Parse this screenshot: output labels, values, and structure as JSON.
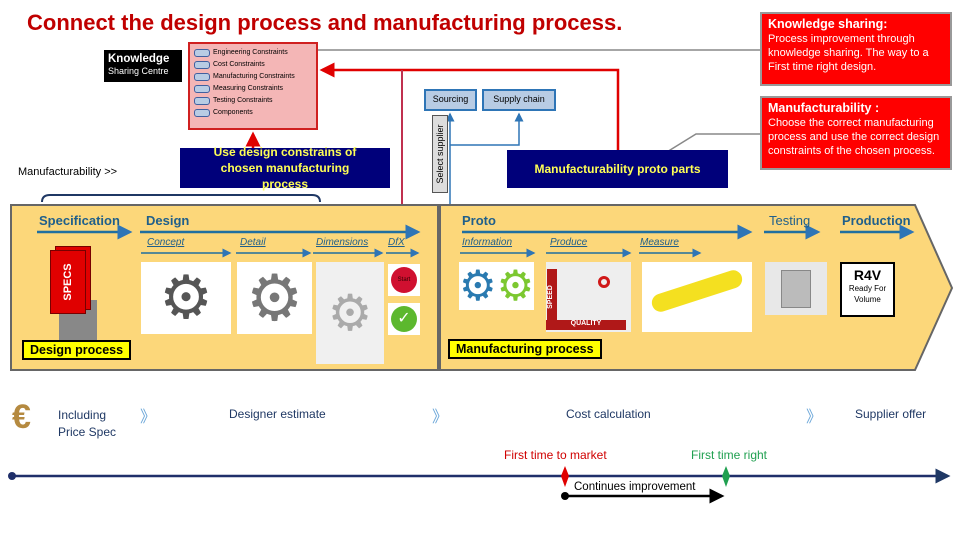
{
  "title": "Connect the design process and manufacturing process.",
  "knowledge_logo": {
    "line1": "Knowledge",
    "line2": "Sharing Centre"
  },
  "constraints": [
    "Engineering Constraints",
    "Cost Constraints",
    "Manufacturing Constraints",
    "Measuring Constraints",
    "Testing Constraints",
    "Components"
  ],
  "use_design_box": "Use design constrains of chosen manufacturing process",
  "sourcing": "Sourcing",
  "supply_chain": "Supply chain",
  "select_supplier": "Select supplier",
  "proto_parts_box": "Manufacturability proto parts",
  "manufacturability_label": "Manufacturability >>",
  "callouts": [
    {
      "title": "Knowledge sharing:",
      "text": "Process improvement through knowledge sharing. The way to a First time right design."
    },
    {
      "title": "Manufacturability :",
      "text": "Choose the correct manufacturing process and use the correct design constraints of the chosen process."
    }
  ],
  "design_panel": {
    "stages": [
      "Specification",
      "Design"
    ],
    "substeps": [
      "Concept",
      "Detail",
      "Dimensions",
      "DfX"
    ],
    "specs": "SPECS",
    "start": "Start",
    "label": "Design process"
  },
  "manufacturing_panel": {
    "stages": [
      "Proto",
      "Testing",
      "Production"
    ],
    "substeps": [
      "Information",
      "Produce",
      "Measure"
    ],
    "r4v_title": "R4V",
    "r4v_text": "Ready For Volume",
    "speed": "SPEED",
    "quality": "QUALITY",
    "label": "Manufacturing process"
  },
  "cost_row": [
    "Including Price Spec",
    "Designer estimate",
    "Cost calculation",
    "Supplier offer"
  ],
  "timeline": {
    "first_time_to_market": "First time to market",
    "first_time_right": "First time right",
    "continues_improvement": "Continues improvement"
  },
  "colors": {
    "red": "#ff0000",
    "navy": "#00007a",
    "panel": "#fcd77a",
    "stage_blue": "#1f5f8b"
  }
}
